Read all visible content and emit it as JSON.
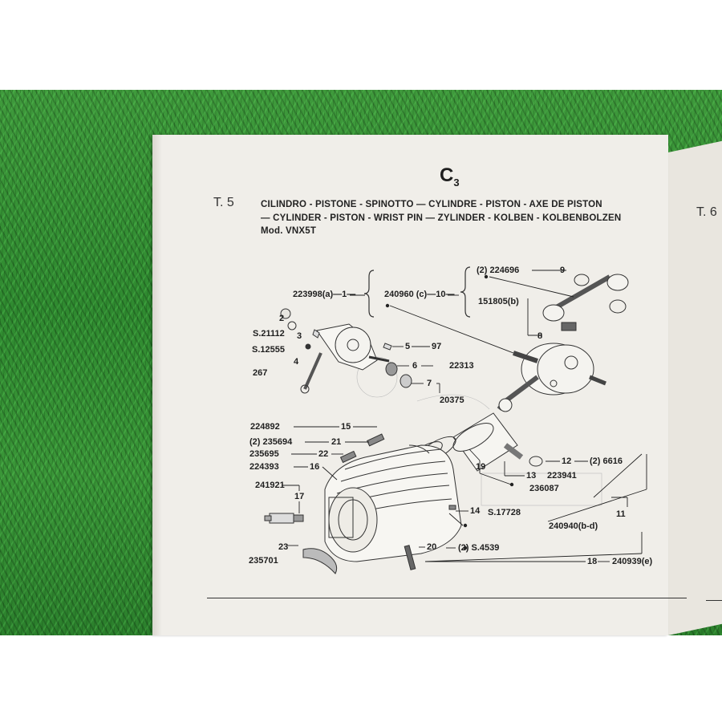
{
  "page": {
    "letter": "C",
    "letter_sub": "3",
    "table_id": "T. 5",
    "right_table_id": "T. 6",
    "title_line1": "CILINDRO - PISTONE - SPINOTTO — CYLINDRE - PISTON - AXE DE PISTON",
    "title_line2": "— CYLINDER - PISTON - WRIST PIN — ZYLINDER - KOLBEN - KOLBENBOLZEN",
    "model": "Mod. VNX5T"
  },
  "labels": {
    "l1": "223998(a)—1—",
    "l2": "2",
    "l3": "S.21112",
    "l4": "3",
    "l5": "S.12555",
    "l6": "4",
    "l7": "267",
    "l8": "240960 (c)—10—",
    "l9": "(2) 224696",
    "l10": "9",
    "l11": "151805(b)",
    "l12": "8",
    "l13": "5",
    "l14": "97",
    "l15": "6",
    "l16": "22313",
    "l17": "7",
    "l18": "20375",
    "l19": "224892",
    "l20": "15",
    "l21": "(2) 235694",
    "l22": "21",
    "l23": "235695",
    "l24": "22",
    "l25": "224393",
    "l26": "16",
    "l27": "241921",
    "l28": "17",
    "l29": "19",
    "l30": "236087",
    "l31": "12",
    "l32": "(2) 6616",
    "l33": "13",
    "l34": "223941",
    "l35": "14",
    "l36": "S.17728",
    "l37": "11",
    "l38": "240940(b-d)",
    "l39": "23",
    "l40": "235701",
    "l41": "20",
    "l42": "(2) S.4539",
    "l43": "18",
    "l44": "240939(e)"
  },
  "colors": {
    "paper": "#f0eee9",
    "ink": "#1f1f1f",
    "grass": "#2f8a30"
  }
}
